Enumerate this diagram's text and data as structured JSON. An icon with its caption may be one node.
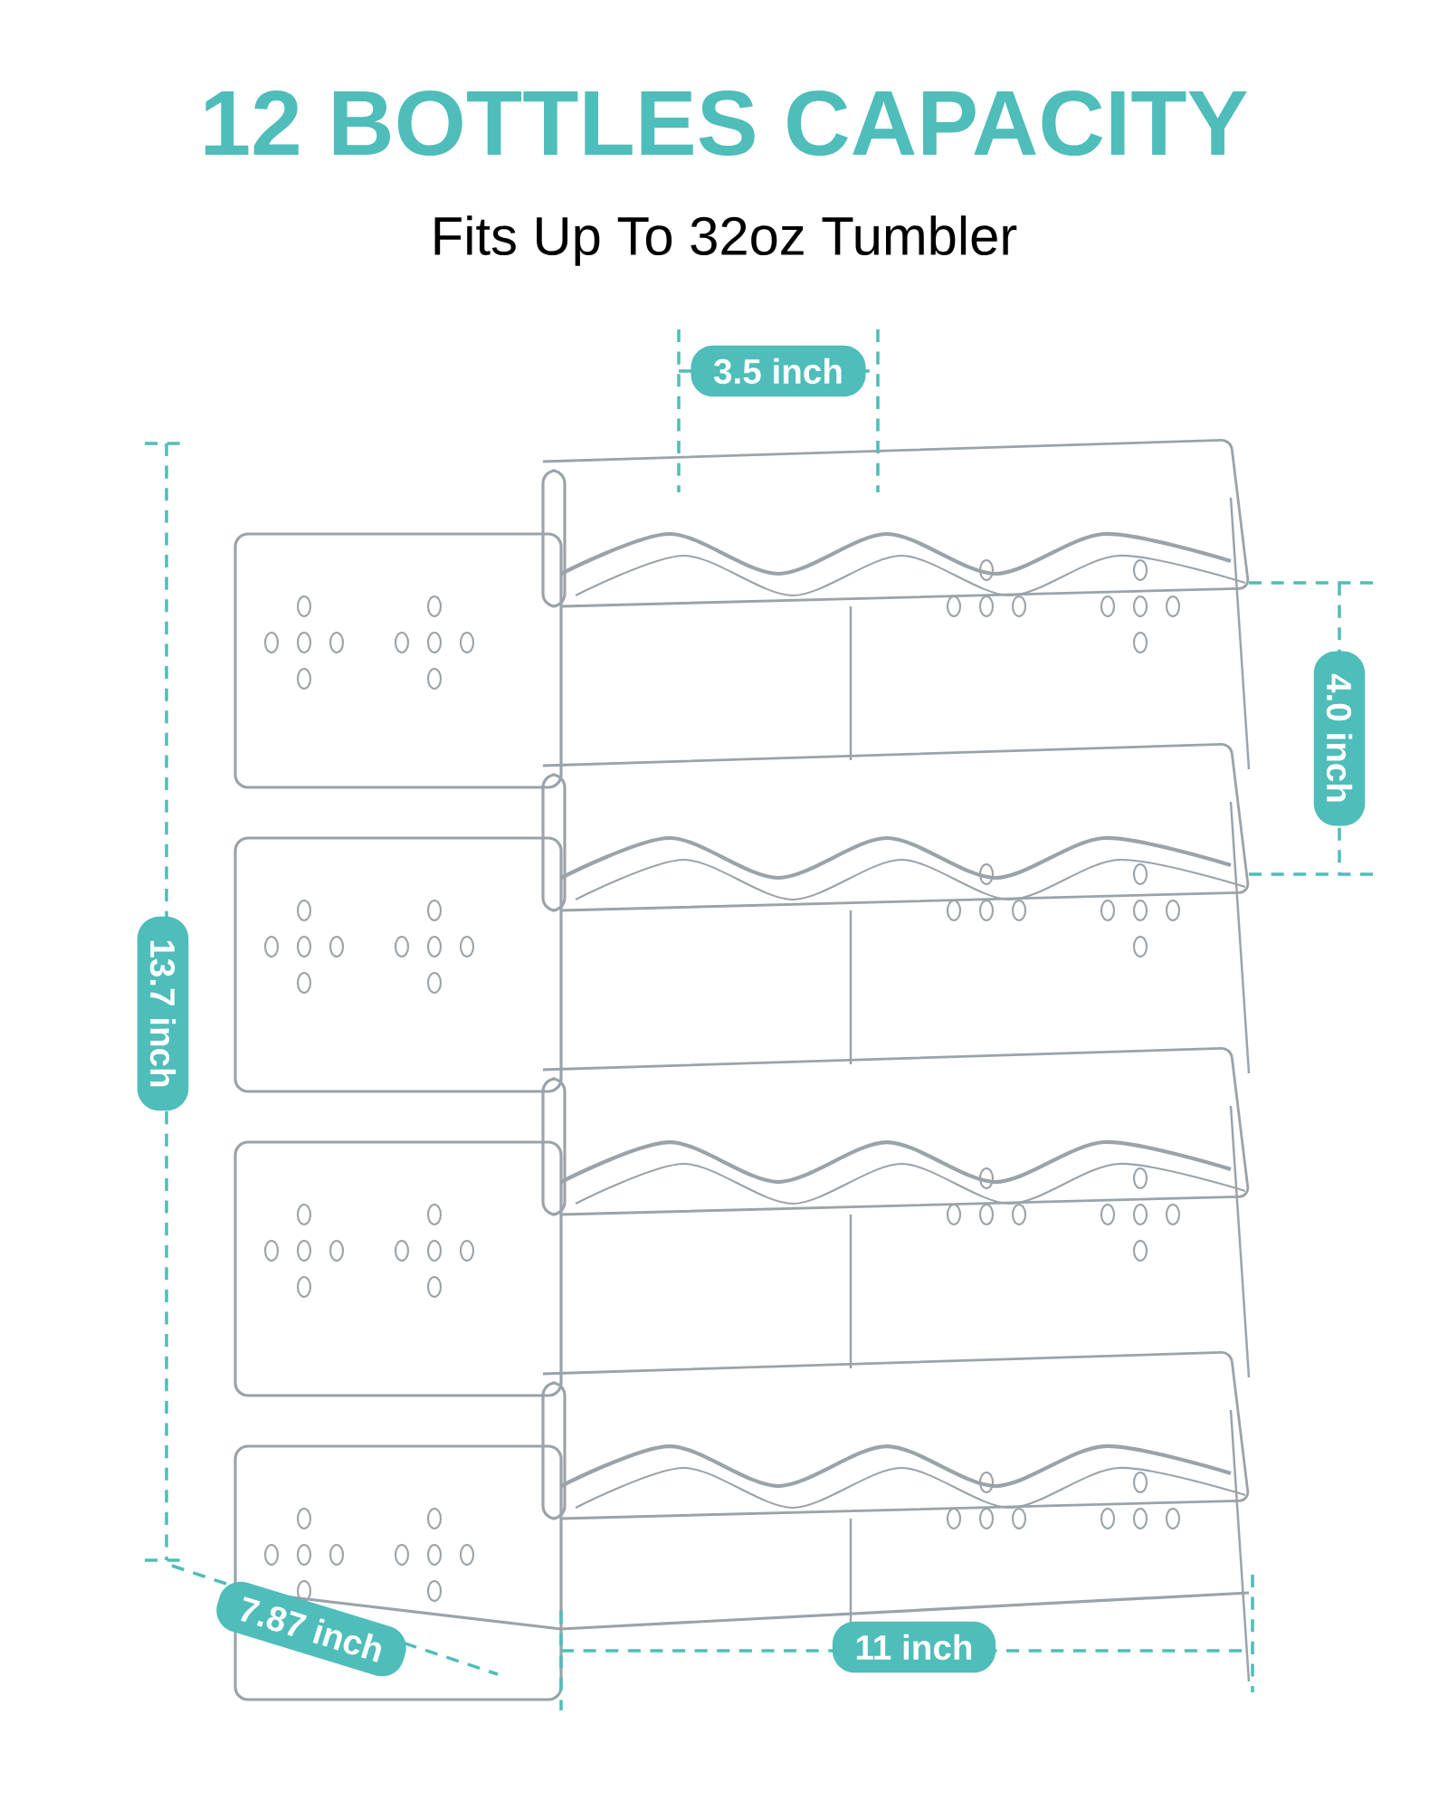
{
  "diagram": {
    "title": "12 BOTTLES CAPACITY",
    "labels": [
      "Fits Up To 32oz Tumbler",
      "3.5 inch",
      "4.0 inch",
      "13.7 inch",
      "7.87 inch",
      "11 inch"
    ]
  }
}
